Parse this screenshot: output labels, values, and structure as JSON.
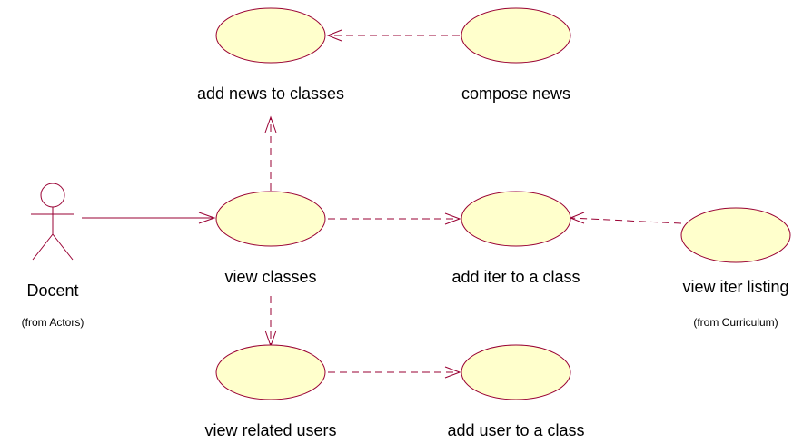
{
  "actor": {
    "name": "Docent",
    "package": "(from Actors)"
  },
  "use_cases": {
    "add_news": "add news to classes",
    "compose_news": "compose news",
    "view_classes": "view classes",
    "add_iter": "add iter to a class",
    "view_iter": "view iter listing",
    "view_iter_package": "(from Curriculum)",
    "view_related_users": "view related users",
    "add_user": "add user to a class"
  },
  "colors": {
    "use_case_fill": "#ffffcc",
    "stroke": "#990033",
    "text": "#000000",
    "background": "#ffffff"
  }
}
